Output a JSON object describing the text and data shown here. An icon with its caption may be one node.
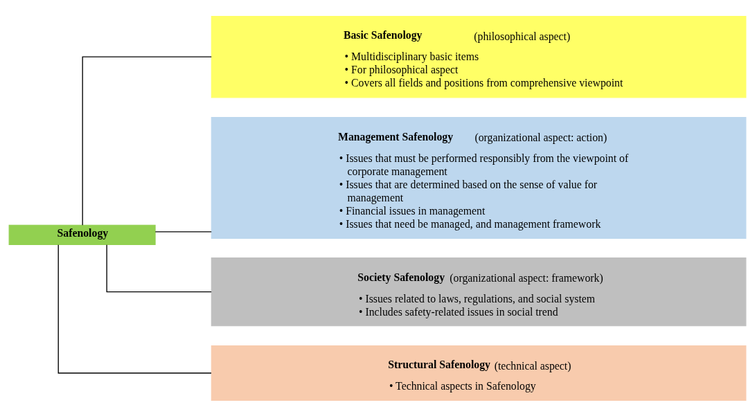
{
  "diagram": {
    "nodes": [
      {
        "text": [
          "Safenology"
        ]
      },
      {
        "text": [
          "**Basic Safenology** (philosophical aspect)",
          "• Multidisciplinary basic items",
          "• For philosophical aspect",
          "• Covers all fields and positions from comprehensive viewpoint"
        ]
      },
      {
        "text": [
          "**Management Safenology** (organizational aspect: action)",
          "• Issues that must be performed responsibly from the viewpoint of corporate management",
          "• Issues that are determined based on the sense of value for management",
          "• Financial issues in management",
          "• Issues that need be managed, and management framework"
        ]
      },
      {
        "text": [
          "**Society Safenology** (organizational aspect: framework)",
          "• Issues related to laws, regulations, and social system",
          "• Includes safety-related issues in social trend"
        ]
      },
      {
        "text": [
          "**Structural Safenology** (technical aspect)",
          "• Technical aspects in Safenology"
        ]
      }
    ],
    "edges": [
      {
        "from": 0,
        "to": 1,
        "arrow": "none"
      },
      {
        "from": 0,
        "to": 2,
        "arrow": "none"
      },
      {
        "from": 0,
        "to": 3,
        "arrow": "none"
      },
      {
        "from": 0,
        "to": 4,
        "arrow": "none"
      }
    ]
  }
}
